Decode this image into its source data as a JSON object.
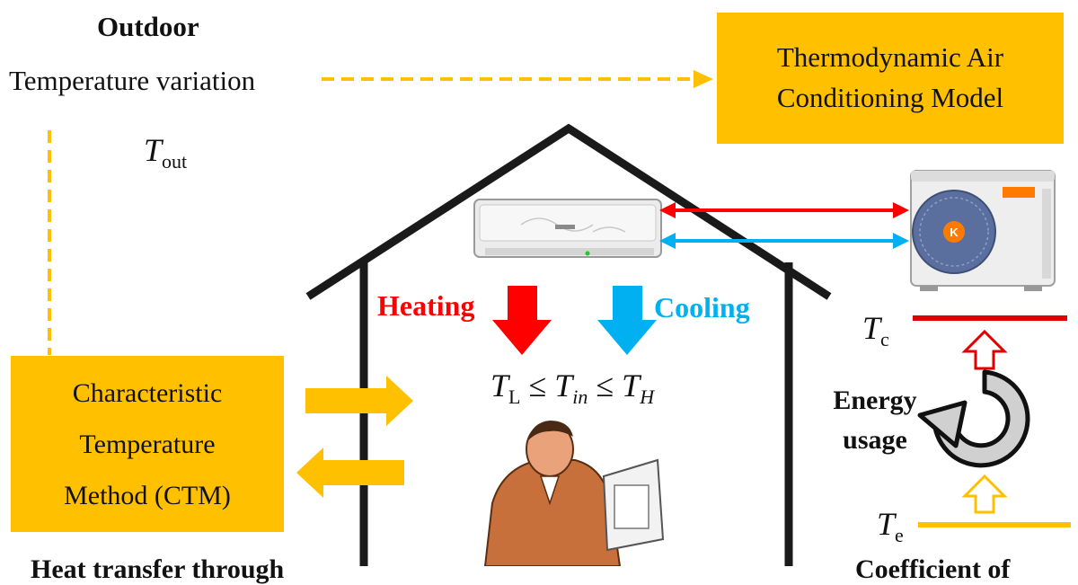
{
  "outdoor": {
    "title": "Outdoor",
    "subtitle": "Temperature variation",
    "t_out_symbol": "T",
    "t_out_subscript": "out"
  },
  "model_box": {
    "line1": "Thermodynamic Air",
    "line2": "Conditioning Model"
  },
  "ctm_box": {
    "line1": "Characteristic",
    "line2": "Temperature",
    "line3": "Method (CTM)"
  },
  "modes": {
    "heating": "Heating",
    "cooling": "Cooling"
  },
  "constraint": {
    "t": "T",
    "sub_l": "L",
    "sub_in": "in",
    "sub_h": "H",
    "leq": "≤"
  },
  "cycle": {
    "tc_symbol": "T",
    "tc_subscript": "c",
    "te_symbol": "T",
    "te_subscript": "e",
    "energy_line1": "Energy",
    "energy_line2": "usage"
  },
  "bottom_cut": {
    "left": "Heat transfer through",
    "right": "Coefficient of"
  },
  "colors": {
    "box_fill": "#FFC000",
    "heating": "#FF0000",
    "cooling": "#00B0F0",
    "dashed": "#FFC000",
    "house": "#1a1a1a"
  },
  "icons": [
    "indoor-ac-unit-icon",
    "outdoor-ac-unit-icon",
    "office-worker-icon",
    "refresh-cycle-icon"
  ]
}
